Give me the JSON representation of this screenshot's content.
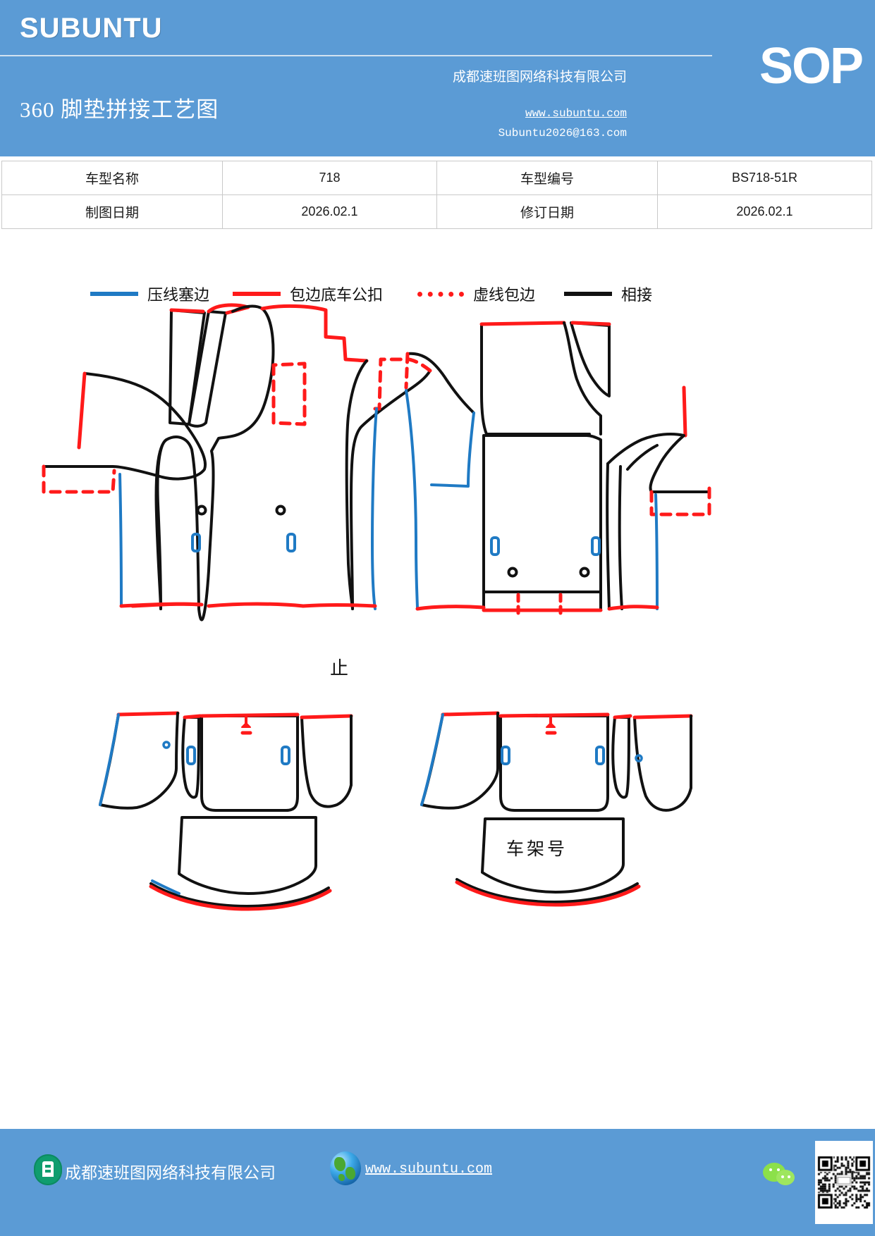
{
  "header": {
    "brand": "SUBUNTU",
    "sop_badge": "SOP",
    "company": "成都速班图网络科技有限公司",
    "website": "www.subuntu.com",
    "email": "Subuntu2026@163.com",
    "doc_title": "360 脚垫拼接工艺图",
    "bg_color": "#5B9BD5"
  },
  "info_table": {
    "rows": [
      {
        "label1": "车型名称",
        "value1": "718",
        "label2": "车型编号",
        "value2": "BS718-51R"
      },
      {
        "label1": "制图日期",
        "value1": "2026.02.1",
        "label2": "修订日期",
        "value2": "2026.02.1"
      }
    ]
  },
  "legend": {
    "items": [
      {
        "label": "压线塞边",
        "color": "#1F7AC4",
        "style": "solid"
      },
      {
        "label": "包边底车公扣",
        "color": "#FF1A1A",
        "style": "solid"
      },
      {
        "label": "虚线包边",
        "color": "#FF1A1A",
        "style": "dotted"
      },
      {
        "label": "相接",
        "color": "#111111",
        "style": "solid"
      }
    ]
  },
  "drawing": {
    "annotations": [
      {
        "name": "vin-label",
        "text": "车架号"
      },
      {
        "name": "stop-label",
        "text": "止"
      }
    ],
    "colors": {
      "seam_black": "#111111",
      "binding_red": "#FF1A1A",
      "edge_blue": "#1F7AC4"
    },
    "panels": [
      "front-left-mat",
      "front-right-mat",
      "rear-left-mat",
      "rear-right-mat"
    ]
  },
  "footer": {
    "company": "成都速班图网络科技有限公司",
    "website": "www.subuntu.com",
    "icons": [
      "building-icon",
      "globe-icon",
      "wechat-icon",
      "qr-code"
    ],
    "bg_color": "#5B9BD5"
  }
}
